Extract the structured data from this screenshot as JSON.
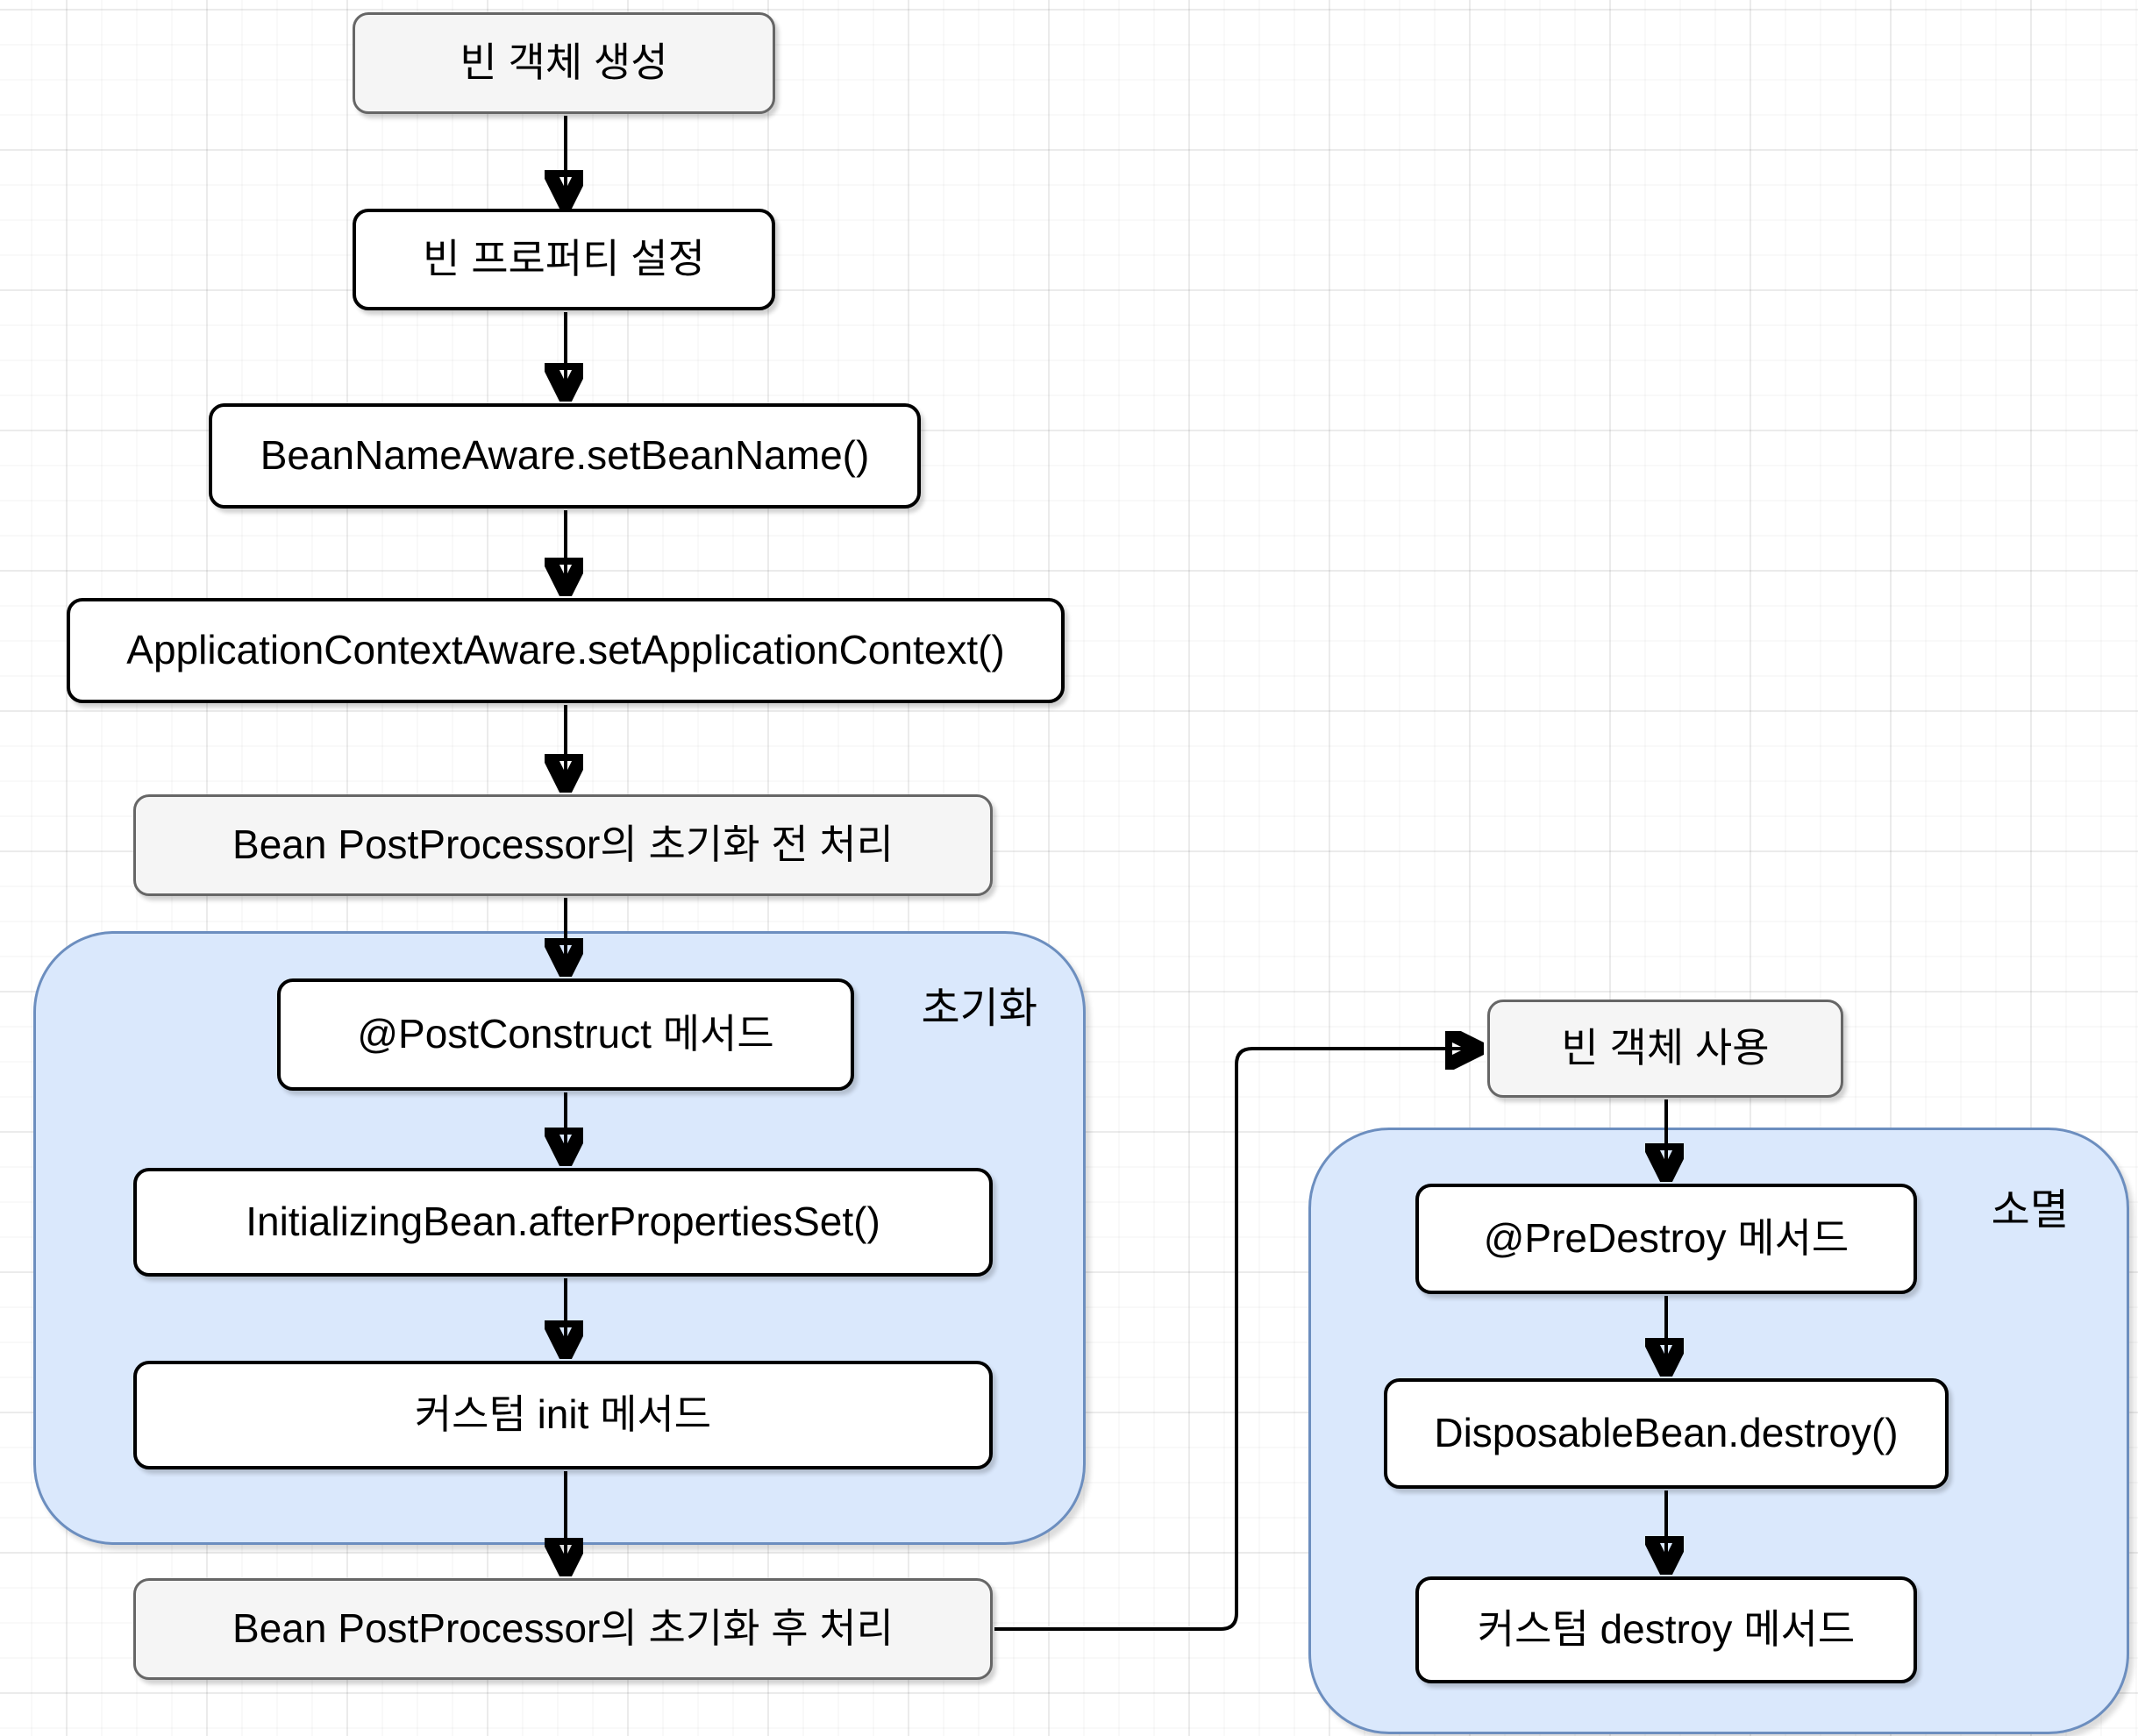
{
  "diagram": {
    "nodes": {
      "create": {
        "label": "빈 객체 생성"
      },
      "set_properties": {
        "label": "빈 프로퍼티 설정"
      },
      "set_bean_name": {
        "label": "BeanNameAware.setBeanName()"
      },
      "set_app_context": {
        "label": "ApplicationContextAware.setApplicationContext()"
      },
      "bpp_before_init": {
        "label": "Bean PostProcessor의 초기화 전 처리"
      },
      "post_construct": {
        "label": "@PostConstruct 메서드"
      },
      "after_properties": {
        "label": "InitializingBean.afterPropertiesSet()"
      },
      "custom_init": {
        "label": "커스텀 init 메서드"
      },
      "bpp_after_init": {
        "label": "Bean PostProcessor의 초기화 후 처리"
      },
      "use_bean": {
        "label": "빈 객체 사용"
      },
      "pre_destroy": {
        "label": "@PreDestroy 메서드"
      },
      "disposable_destroy": {
        "label": "DisposableBean.destroy()"
      },
      "custom_destroy": {
        "label": "커스텀 destroy 메서드"
      }
    },
    "groups": {
      "initialization": {
        "label": "초기화"
      },
      "destruction": {
        "label": "소멸"
      }
    },
    "colors": {
      "node_fill": "#ffffff",
      "node_border": "#000000",
      "stage_fill": "#f5f5f5",
      "stage_border": "#666666",
      "group_fill": "#dae8fc",
      "group_border": "#6c8ebf",
      "arrow": "#000000"
    }
  }
}
